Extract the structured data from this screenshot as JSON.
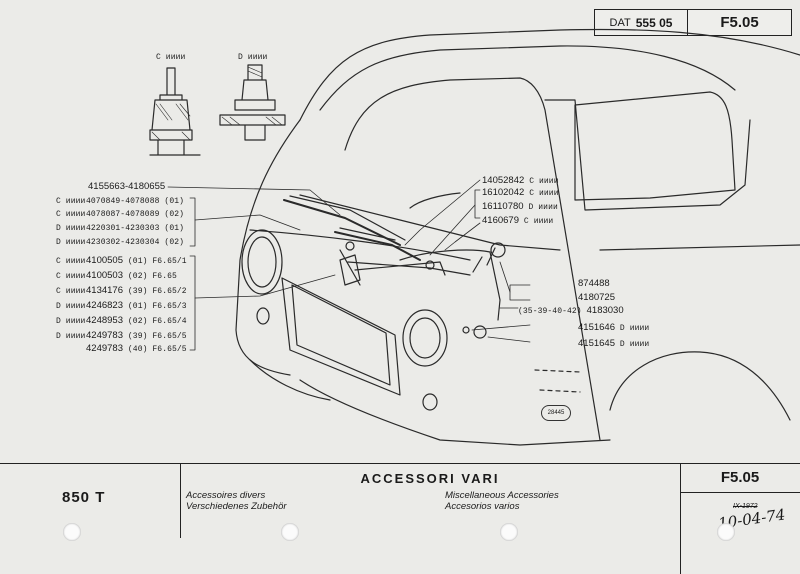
{
  "header": {
    "dat_label": "DAT",
    "dat_code": "555 05",
    "page_code": "F5.05"
  },
  "detail_labels": {
    "c": "C ᴎᴎᴎᴎ",
    "d": "D ᴎᴎᴎᴎ"
  },
  "left_callouts": [
    {
      "prefix": "",
      "part": "4155663-4180655",
      "suffix": ""
    },
    {
      "prefix": "C ᴎᴎᴎᴎ",
      "part": "4070849-4078088",
      "suffix": "(01)"
    },
    {
      "prefix": "C ᴎᴎᴎᴎ",
      "part": "4078087-4078089",
      "suffix": "(02)"
    },
    {
      "prefix": "D ᴎᴎᴎᴎ",
      "part": "4220301-4230303",
      "suffix": "(01)"
    },
    {
      "prefix": "D ᴎᴎᴎᴎ",
      "part": "4230302-4230304",
      "suffix": "(02)"
    },
    {
      "prefix": "C ᴎᴎᴎᴎ",
      "part": "4100505",
      "suffix": "(01) F6.65/1"
    },
    {
      "prefix": "C ᴎᴎᴎᴎ",
      "part": "4100503",
      "suffix": "(02) F6.65"
    },
    {
      "prefix": "C ᴎᴎᴎᴎ",
      "part": "4134176",
      "suffix": "(39) F6.65/2"
    },
    {
      "prefix": "D ᴎᴎᴎᴎ",
      "part": "4246823",
      "suffix": "(01) F6.65/3"
    },
    {
      "prefix": "D ᴎᴎᴎᴎ",
      "part": "4248953",
      "suffix": "(02) F6.65/4"
    },
    {
      "prefix": "D ᴎᴎᴎᴎ",
      "part": "4249783",
      "suffix": "(39) F6.65/5"
    },
    {
      "prefix": "",
      "part": "4249783",
      "suffix": "(40) F6.65/5"
    }
  ],
  "right_callouts_top": [
    {
      "part": "14052842",
      "suffix": "C ᴎᴎᴎᴎ"
    },
    {
      "part": "16102042",
      "suffix": "C ᴎᴎᴎᴎ"
    },
    {
      "part": "16110780",
      "suffix": "D ᴎᴎᴎᴎ"
    },
    {
      "part": "4160679",
      "suffix": "C ᴎᴎᴎᴎ"
    }
  ],
  "right_callouts_mid": [
    {
      "prefix": "",
      "part": "874488"
    },
    {
      "prefix": "",
      "part": "4180725"
    },
    {
      "prefix": "(35-39-40-42)",
      "part": "4183030"
    }
  ],
  "right_callouts_low": [
    {
      "part": "4151646",
      "suffix": "D ᴎᴎᴎᴎ"
    },
    {
      "part": "4151645",
      "suffix": "D ᴎᴎᴎᴎ"
    }
  ],
  "figure_tag": "28445",
  "footer": {
    "model": "850 T",
    "title": "ACCESSORI VARI",
    "fr": "Accessoires divers",
    "de": "Verschiedenes Zubehör",
    "en": "Miscellaneous Accessories",
    "es": "Accesorios varios",
    "code": "F5.05",
    "date_old": "IX-1972",
    "date_new": "10-04-74"
  }
}
